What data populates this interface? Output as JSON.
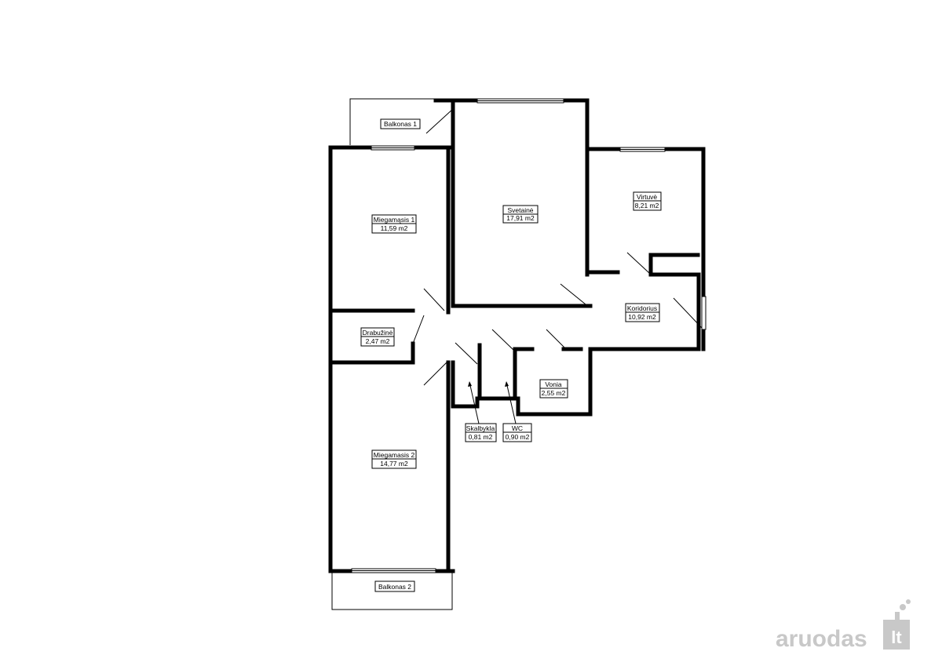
{
  "rooms": [
    {
      "id": "balkonas1",
      "name": "Balkonas 1",
      "area": ""
    },
    {
      "id": "svetaine",
      "name": "Svetainė",
      "area": "17,91 m2"
    },
    {
      "id": "virtuve",
      "name": "Virtuvė",
      "area": "8,21 m2"
    },
    {
      "id": "miegamasis1",
      "name": "Miegamąsis 1",
      "area": "11,59 m2"
    },
    {
      "id": "koridorius",
      "name": "Koridorius",
      "area": "10,92 m2"
    },
    {
      "id": "drabuzine",
      "name": "Drabužinė",
      "area": "2,47 m2"
    },
    {
      "id": "vonia",
      "name": "Vonia",
      "area": "2,55 m2"
    },
    {
      "id": "skalbykla",
      "name": "Skalbykla",
      "area": "0,81 m2"
    },
    {
      "id": "wc",
      "name": "WC",
      "area": "0,90 m2"
    },
    {
      "id": "miegamasis2",
      "name": "Miegamasis 2",
      "area": "14,77 m2"
    },
    {
      "id": "balkonas2",
      "name": "Balkonas 2",
      "area": ""
    }
  ],
  "watermark": {
    "brand": "aruodas",
    "suffix": "lt"
  },
  "colors": {
    "walls": "#000000",
    "watermark": "#c8c8c8"
  }
}
